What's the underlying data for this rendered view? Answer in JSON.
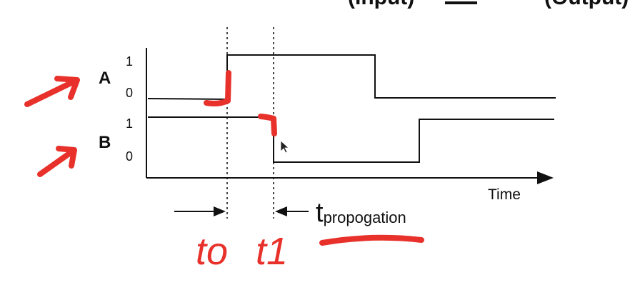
{
  "header": {
    "left_fragment": "(Input)",
    "right_fragment": "(Output)"
  },
  "signals": [
    {
      "name": "A",
      "high_label": "1",
      "low_label": "0",
      "start_level": 0,
      "end_level": 0,
      "transitions": [
        "t0",
        "fall"
      ]
    },
    {
      "name": "B",
      "high_label": "1",
      "low_label": "0",
      "start_level": 1,
      "end_level": 1,
      "transitions": [
        "t1",
        "rise"
      ]
    }
  ],
  "axis": {
    "x_label": "Time"
  },
  "markers": [
    {
      "name": "t0",
      "style": "dotted"
    },
    {
      "name": "t1",
      "style": "dotted"
    }
  ],
  "propagation": {
    "main": "t",
    "subscript": "propogation"
  },
  "handwriting": {
    "t0": "to",
    "t1": "t1",
    "ink_color": "#e8312a"
  },
  "colors": {
    "line": "#111111",
    "ink": "#e8312a"
  }
}
